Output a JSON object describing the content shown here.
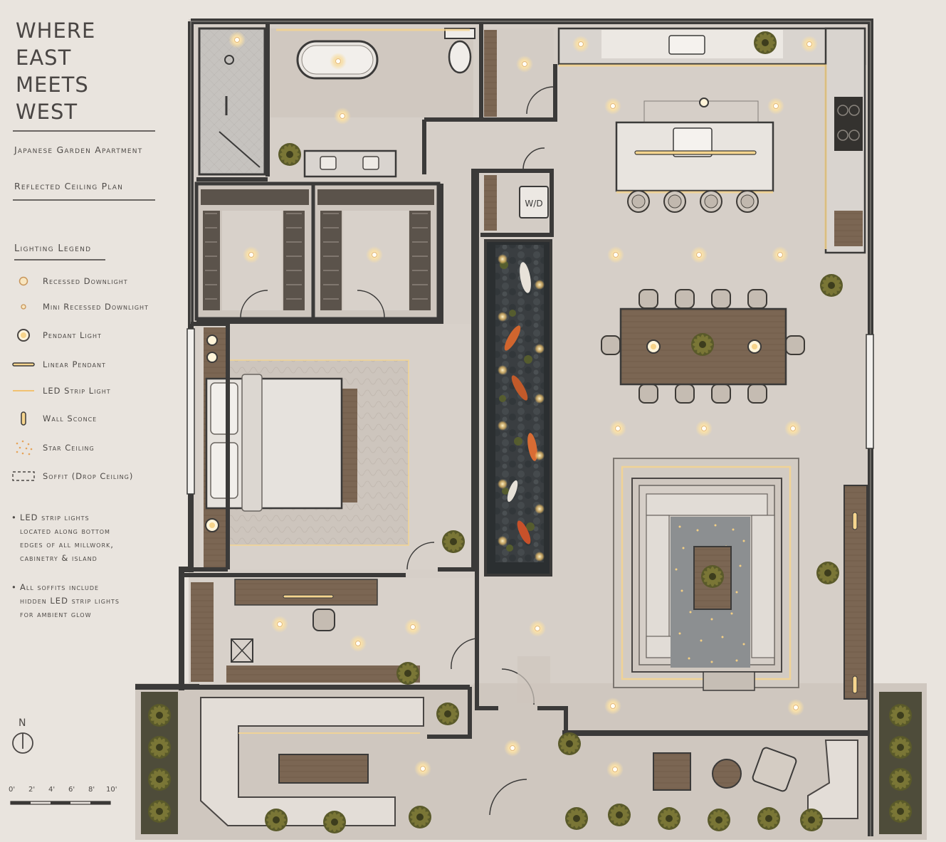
{
  "title_lines": [
    "WHERE",
    "EAST",
    "MEETS",
    "WEST"
  ],
  "subtitle": "Japanese Garden Apartment",
  "plan_name": "Reflected Ceiling Plan",
  "legend": {
    "title": "Lighting Legend",
    "items": [
      {
        "label": "Recessed Downlight",
        "icon": "recessed-downlight-icon"
      },
      {
        "label": "Mini Recessed Downlight",
        "icon": "mini-downlight-icon"
      },
      {
        "label": "Pendant Light",
        "icon": "pendant-light-icon"
      },
      {
        "label": "Linear Pendant",
        "icon": "linear-pendant-icon"
      },
      {
        "label": "LED Strip Light",
        "icon": "led-strip-icon"
      },
      {
        "label": "Wall Sconce",
        "icon": "wall-sconce-icon"
      },
      {
        "label": "Star Ceiling",
        "icon": "star-ceiling-icon"
      },
      {
        "label": "Soffit (Drop Ceiling)",
        "icon": "soffit-icon"
      }
    ]
  },
  "notes": [
    {
      "lines": [
        "LED strip lights",
        "located along bottom",
        "edges of all millwork,",
        "cabinetry & island"
      ]
    },
    {
      "lines": [
        "All soffits include",
        "hidden LED strip lights",
        "for ambient glow"
      ]
    }
  ],
  "north_label": "N",
  "scale": {
    "ticks": [
      "0'",
      "2'",
      "4'",
      "6'",
      "8'",
      "10'"
    ]
  },
  "plan_labels": {
    "washer_dryer": "W/D"
  },
  "colors": {
    "background": "#e9e4de",
    "wall": "#3b3a39",
    "floor": "#d8d1ca",
    "wood": "#7a6451",
    "glow": "#f6d58e",
    "water": "#34383a",
    "plant": "#5d5a2a"
  }
}
